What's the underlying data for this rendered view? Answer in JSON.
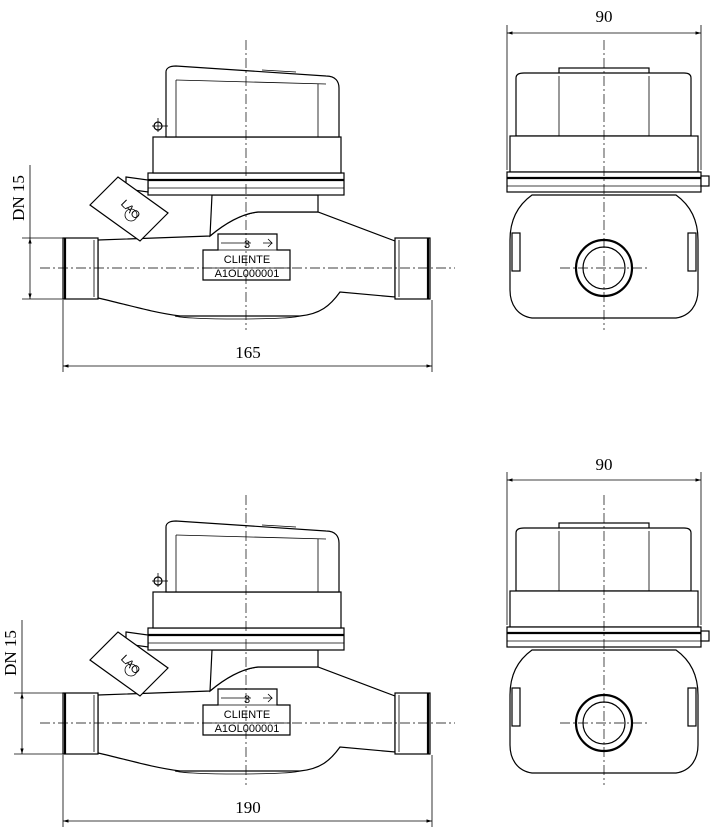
{
  "views": [
    {
      "width_label": "90",
      "length_label": "165",
      "dn_label": "DN 15",
      "register_digit": "3",
      "client_label": "CLIENTE",
      "serial_label": "A1OL000001",
      "badge_label": "LAO"
    },
    {
      "width_label": "90",
      "length_label": "190",
      "dn_label": "DN 15",
      "register_digit": "3",
      "client_label": "CLIENTE",
      "serial_label": "A1OL000001",
      "badge_label": "LAO"
    }
  ]
}
